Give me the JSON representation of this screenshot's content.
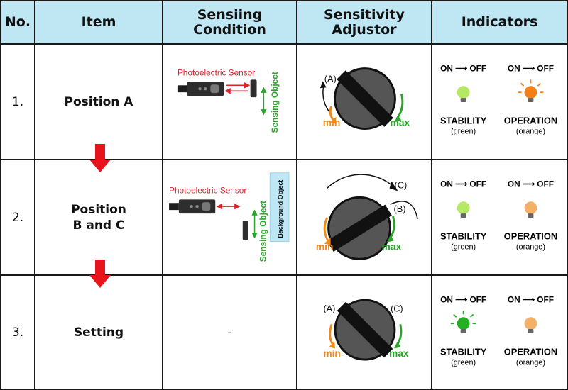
{
  "header": {
    "no": "No.",
    "item": "Item",
    "condition_line1": "Sensiing",
    "condition_line2": "Condition",
    "adjustor_line1": "Sensitivity",
    "adjustor_line2": "Adjustor",
    "indicators": "Indicators"
  },
  "rows": [
    {
      "no": "1.",
      "item_line1": "Position A",
      "condition": {
        "sensor_label": "Photoelectric Sensor",
        "object_label": "Sensing Object"
      },
      "adjustor": {
        "min": "min",
        "max": "max",
        "marks": [
          "(A)"
        ]
      },
      "indicators": {
        "stability": {
          "transition": "ON ⟶ OFF",
          "label": "STABILITY",
          "color_label": "(green)",
          "lamp_state": "off",
          "lamp_color": "#b5e865"
        },
        "operation": {
          "transition": "ON ⟶ OFF",
          "label": "OPERATION",
          "color_label": "(orange)",
          "lamp_state": "on",
          "lamp_color": "#f57f17"
        }
      }
    },
    {
      "no": "2.",
      "item_line1": "Position",
      "item_line2": "B and C",
      "condition": {
        "sensor_label": "Photoelectric Sensor",
        "object_label": "Sensing Object",
        "background_label": "Background Object"
      },
      "adjustor": {
        "min": "min",
        "max": "max",
        "marks": [
          "(C)",
          "(B)"
        ]
      },
      "indicators": {
        "stability": {
          "transition": "ON ⟶ OFF",
          "label": "STABILITY",
          "color_label": "(green)",
          "lamp_state": "off",
          "lamp_color": "#b5e865"
        },
        "operation": {
          "transition": "ON ⟶ OFF",
          "label": "OPERATION",
          "color_label": "(orange)",
          "lamp_state": "off",
          "lamp_color": "#f4b066"
        }
      }
    },
    {
      "no": "3.",
      "item_line1": "Setting",
      "condition": {
        "text": "-"
      },
      "adjustor": {
        "min": "min",
        "max": "max",
        "marks": [
          "(A)",
          "(C)"
        ]
      },
      "indicators": {
        "stability": {
          "transition": "ON ⟶ OFF",
          "label": "STABILITY",
          "color_label": "(green)",
          "lamp_state": "on",
          "lamp_color": "#22b022"
        },
        "operation": {
          "transition": "ON ⟶ OFF",
          "label": "OPERATION",
          "color_label": "(orange)",
          "lamp_state": "off",
          "lamp_color": "#f4b066"
        }
      }
    }
  ],
  "colors": {
    "header_bg": "#bfe6f3",
    "sensor_label": "#e0202a",
    "object_label": "#2aa52a",
    "min_arrow": "#f08a18",
    "max_arrow": "#2aa52a",
    "step_arrow": "#e8141c",
    "background_object": "#bfe6f3"
  }
}
